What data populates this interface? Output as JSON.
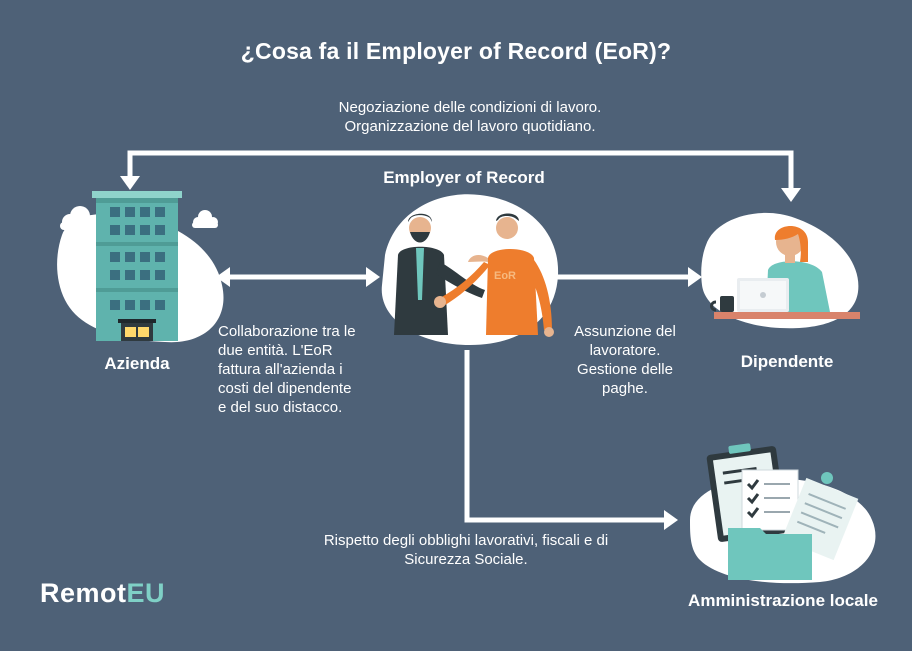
{
  "title": "¿Cosa fa il Employer of Record (EoR)?",
  "nodes": {
    "company": "Azienda",
    "eor": "Employer of Record",
    "employee": "Dipendente",
    "admin": "Amministrazione locale"
  },
  "edges": {
    "top": [
      "Negoziazione delle condizioni di lavoro.",
      "Organizzazione del lavoro quotidiano."
    ],
    "company_eor": [
      "Collaborazione tra le",
      "due entità. L'EoR",
      "fattura all'azienda i",
      "costi del dipendente",
      "e del suo distacco."
    ],
    "eor_employee": [
      "Assunzione del",
      "lavoratore.",
      "Gestione delle",
      "paghe."
    ],
    "eor_admin": [
      "Rispetto degli obblighi lavorativi, fiscali e di",
      "Sicurezza Sociale."
    ]
  },
  "badge": "EoR",
  "logo": {
    "part1": "Remot",
    "part2": "EU"
  },
  "colors": {
    "background": "#4e6177",
    "arrow": "#ffffff",
    "blob": "#ffffff",
    "building": "#5fb3ad",
    "teal": "#6fc6bd",
    "orange": "#ee7d2d",
    "suit": "#2f3a3f"
  }
}
